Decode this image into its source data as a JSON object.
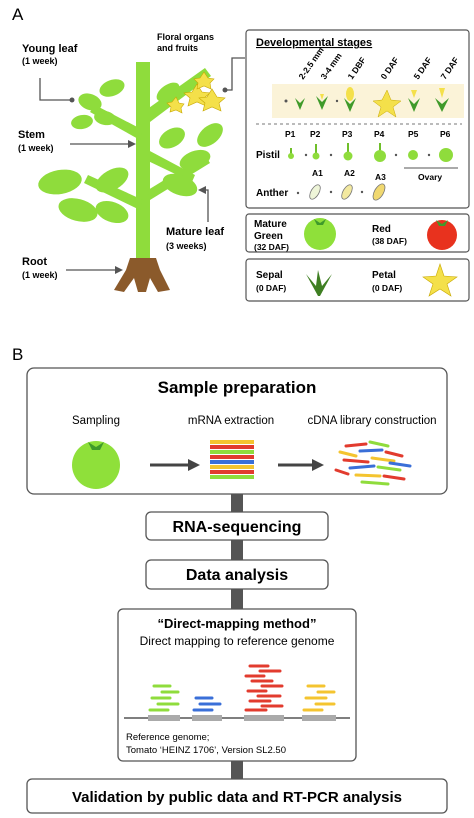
{
  "panel_a": {
    "letter": "A",
    "labels": {
      "young_leaf": "Young leaf",
      "young_leaf_age": "(1 week)",
      "floral": "Floral organs",
      "floral2": "and fruits",
      "stem": "Stem",
      "stem_age": "(1 week)",
      "mature_leaf": "Mature leaf",
      "mature_leaf_age": "(3 weeks)",
      "root": "Root",
      "root_age": "(1 week)"
    },
    "dev_title": "Developmental stages",
    "bud_stages": [
      "2-2.5 mm",
      "3-4 mm",
      "1 DBF",
      "0 DAF",
      "5 DAF",
      "7 DAF"
    ],
    "pistil_stages": [
      "P1",
      "P2",
      "P3",
      "P4",
      "P5",
      "P6"
    ],
    "pistil_label": "Pistil",
    "anther_stages": [
      "A1",
      "A2",
      "A3"
    ],
    "anther_label": "Anther",
    "ovary_label": "Ovary",
    "fruits": {
      "mature_green_1": "Mature",
      "mature_green_2": "Green",
      "mature_green_3": "(32 DAF)",
      "red_1": "Red",
      "red_2": "(38 DAF)"
    },
    "sepal_petal": {
      "sepal": "Sepal",
      "sepal_age": "(0 DAF)",
      "petal": "Petal",
      "petal_age": "(0 DAF)"
    }
  },
  "panel_b": {
    "letter": "B",
    "sample_prep_title": "Sample preparation",
    "steps": [
      "Sampling",
      "mRNA extraction",
      "cDNA library construction"
    ],
    "rna_seq": "RNA-sequencing",
    "data_analysis": "Data analysis",
    "direct_title": "“Direct-mapping method”",
    "direct_sub": "Direct mapping to reference genome",
    "ref_line1": "Reference genome;",
    "ref_line2": "Tomato ‘HEINZ 1706’, Version SL2.50",
    "validation": "Validation by public data and RT-PCR analysis"
  },
  "colors": {
    "leaf": "#8fdc3c",
    "stem": "#8fdc3c",
    "root": "#8b5a2b",
    "flower": "#f4e04a",
    "green_fruit": "#8fe03a",
    "red_fruit": "#e8321e",
    "box_border": "#555555",
    "connector": "#555555"
  }
}
